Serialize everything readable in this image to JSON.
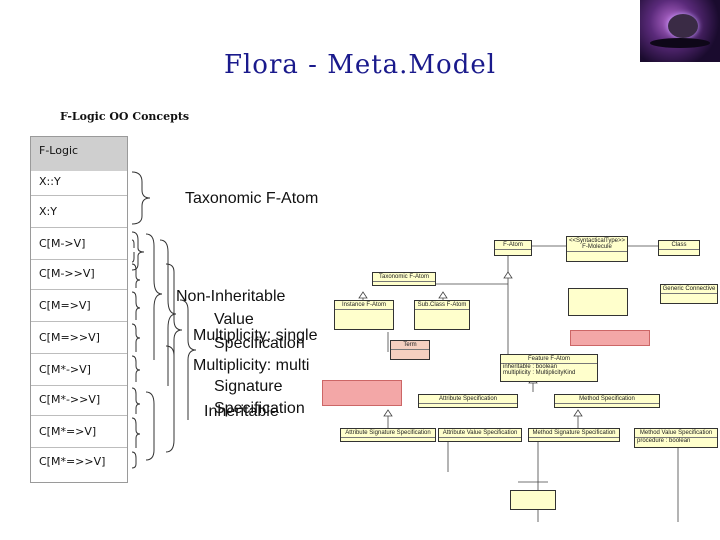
{
  "title": "Flora - Meta.Model",
  "subtitle": "F-Logic OO Concepts",
  "table": {
    "header": "F-Logic",
    "rows": [
      "X::Y",
      "X:Y",
      "C[M->V]",
      "C[M->>V]",
      "C[M=>V]",
      "C[M=>>V]",
      "C[M*->V]",
      "C[M*->>V]",
      "C[M*=>V]",
      "C[M*=>>V]"
    ]
  },
  "labels": {
    "taxonomic": "Taxonomic F-Atom",
    "non_inheritable": "Non-Inheritable",
    "value": "Value",
    "mult_single": "Multiplicity: single",
    "specification1": "Specification",
    "mult_multi": "Multiplicity: multi",
    "signature": "Signature",
    "inheritable": "Inheritable",
    "specification2": "Specification"
  },
  "uml": {
    "f_atom": "F-Atom",
    "syntactical": "<<SyntacticalType>>\nF-Molecule",
    "class": "Class",
    "generic_connective": "Generic Connective",
    "taxonomic_f_atom": "Taxonomic F-Atom",
    "instance_f_atom": "Instance F-Atom",
    "sub_class_f_atom": "Sub.Class F-Atom",
    "term": "Term",
    "feature_f_atom": "Feature F-Atom",
    "method_specification": "Method Specification",
    "attribute_specification": "Attribute Specification",
    "attr_sig_spec": "Attribute Signature Specification",
    "attr_val_spec": "Attribute Value Specification",
    "method_sig_spec": "Method Signature Specification",
    "method_val_spec": "Method Value Specification",
    "feature_attr1": "inheritable : boolean",
    "feature_attr2": "multiplicity : MultiplicityKind",
    "method_attr": "procedure : boolean"
  }
}
